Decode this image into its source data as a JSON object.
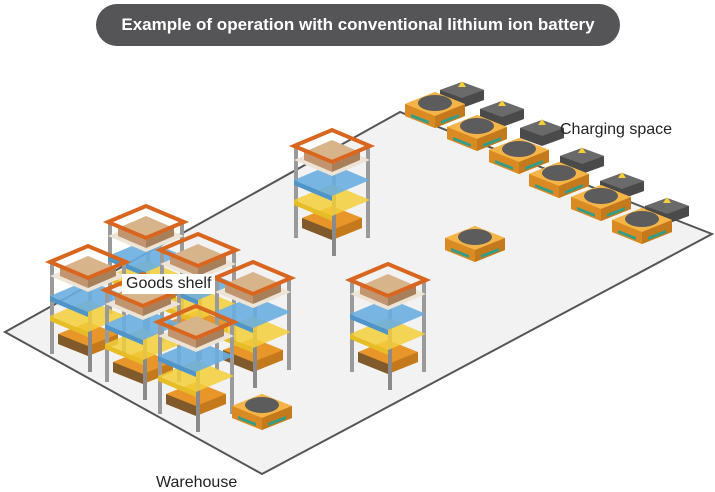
{
  "title": "Example of operation with conventional lithium ion battery",
  "labels": {
    "charging_space": "Charging space",
    "goods_shelf": "Goods shelf",
    "warehouse": "Warehouse"
  },
  "colors": {
    "robot_body": "#f2a93b",
    "robot_top": "#5c5c5c",
    "shelf_beam": "#d9661f",
    "shelf_blue": "#6aaee0",
    "shelf_yellow": "#f3cf3a",
    "box": "#c9a27a",
    "charger": "#5a5a5a",
    "floor": "#f2f2f2"
  },
  "icons": {
    "charger_warning": "warning-triangle-icon"
  }
}
